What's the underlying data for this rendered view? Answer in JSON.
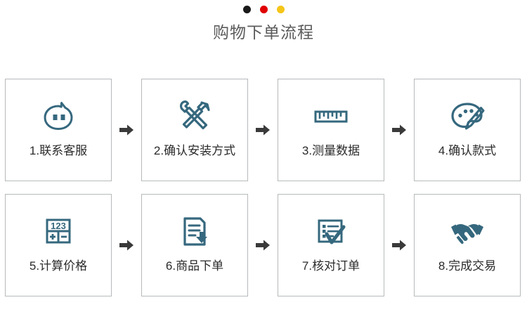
{
  "window": {
    "dots": [
      {
        "name": "dot-black",
        "color": "#1a1a1a"
      },
      {
        "name": "dot-red",
        "color": "#e00000"
      },
      {
        "name": "dot-yellow",
        "color": "#f5c518"
      }
    ]
  },
  "header": {
    "title": "购物下单流程"
  },
  "theme": {
    "icon_color": "#35687e",
    "arrow_color": "#3a3a3a",
    "card_border": "#b7b9bb",
    "label_color": "#2b2b2b",
    "title_color": "#5b5b5b"
  },
  "flow": {
    "arrow_icon": "arrow-right-icon",
    "rows": [
      {
        "steps": [
          {
            "label": "1.联系客服",
            "icon": "chat-bubble-face-icon"
          },
          {
            "label": "2.确认安装方式",
            "icon": "wrench-hammer-icon"
          },
          {
            "label": "3.测量数据",
            "icon": "ruler-icon"
          },
          {
            "label": "4.确认款式",
            "icon": "paint-palette-icon"
          }
        ]
      },
      {
        "steps": [
          {
            "label": "5.计算价格",
            "icon": "calculator-icon"
          },
          {
            "label": "6.商品下单",
            "icon": "document-download-icon"
          },
          {
            "label": "7.核对订单",
            "icon": "checklist-check-icon"
          },
          {
            "label": "8.完成交易",
            "icon": "handshake-icon"
          }
        ]
      }
    ]
  }
}
